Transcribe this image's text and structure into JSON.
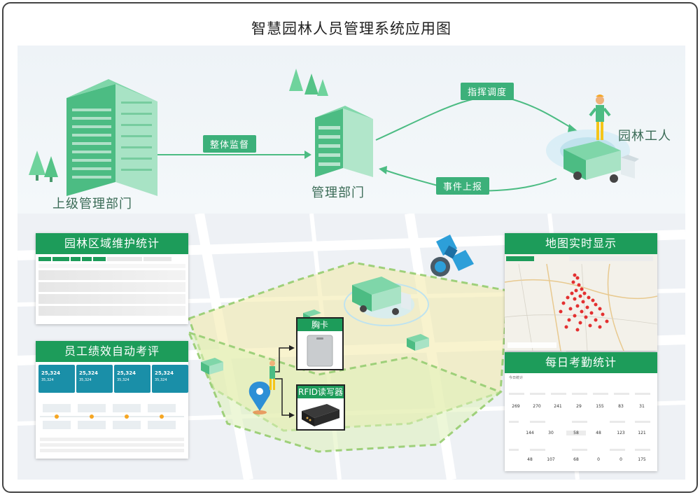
{
  "title": "智慧园林人员管理系统应用图",
  "nodes": {
    "upper_dept": "上级管理部门",
    "mgmt_dept": "管理部门",
    "worker": "园林工人"
  },
  "edges": {
    "supervise": "整体监督",
    "dispatch": "指挥调度",
    "report": "事件上报"
  },
  "panels": {
    "area_stats": "园林区域维护统计",
    "perf_eval": "员工绩效自动考评",
    "map_realtime": "地图实时显示",
    "attendance": "每日考勤统计"
  },
  "devices": {
    "badge": "胸卡",
    "rfid": "RFID读写器"
  },
  "kpi": [
    {
      "v1": "25,324",
      "v2": "35,324"
    },
    {
      "v1": "25,324",
      "v2": "35,324"
    },
    {
      "v1": "25,324",
      "v2": "35,324"
    },
    {
      "v1": "25,324",
      "v2": "35,324"
    }
  ],
  "attendance_title": "今日统计",
  "attendance_rows": [
    [
      "269",
      "270",
      "241",
      "29",
      "155",
      "83",
      "31"
    ],
    [
      "144",
      "30",
      "58",
      "48",
      "123",
      "121"
    ],
    [
      "48",
      "107",
      "68",
      "0",
      "0",
      "175"
    ]
  ],
  "colors": {
    "accent": "#1d9c5a",
    "tag": "#3cb07a",
    "building": "#5dc595",
    "zone": "#f3e9a6",
    "kpi": "#1a8fa8",
    "pin": "#e33030"
  }
}
